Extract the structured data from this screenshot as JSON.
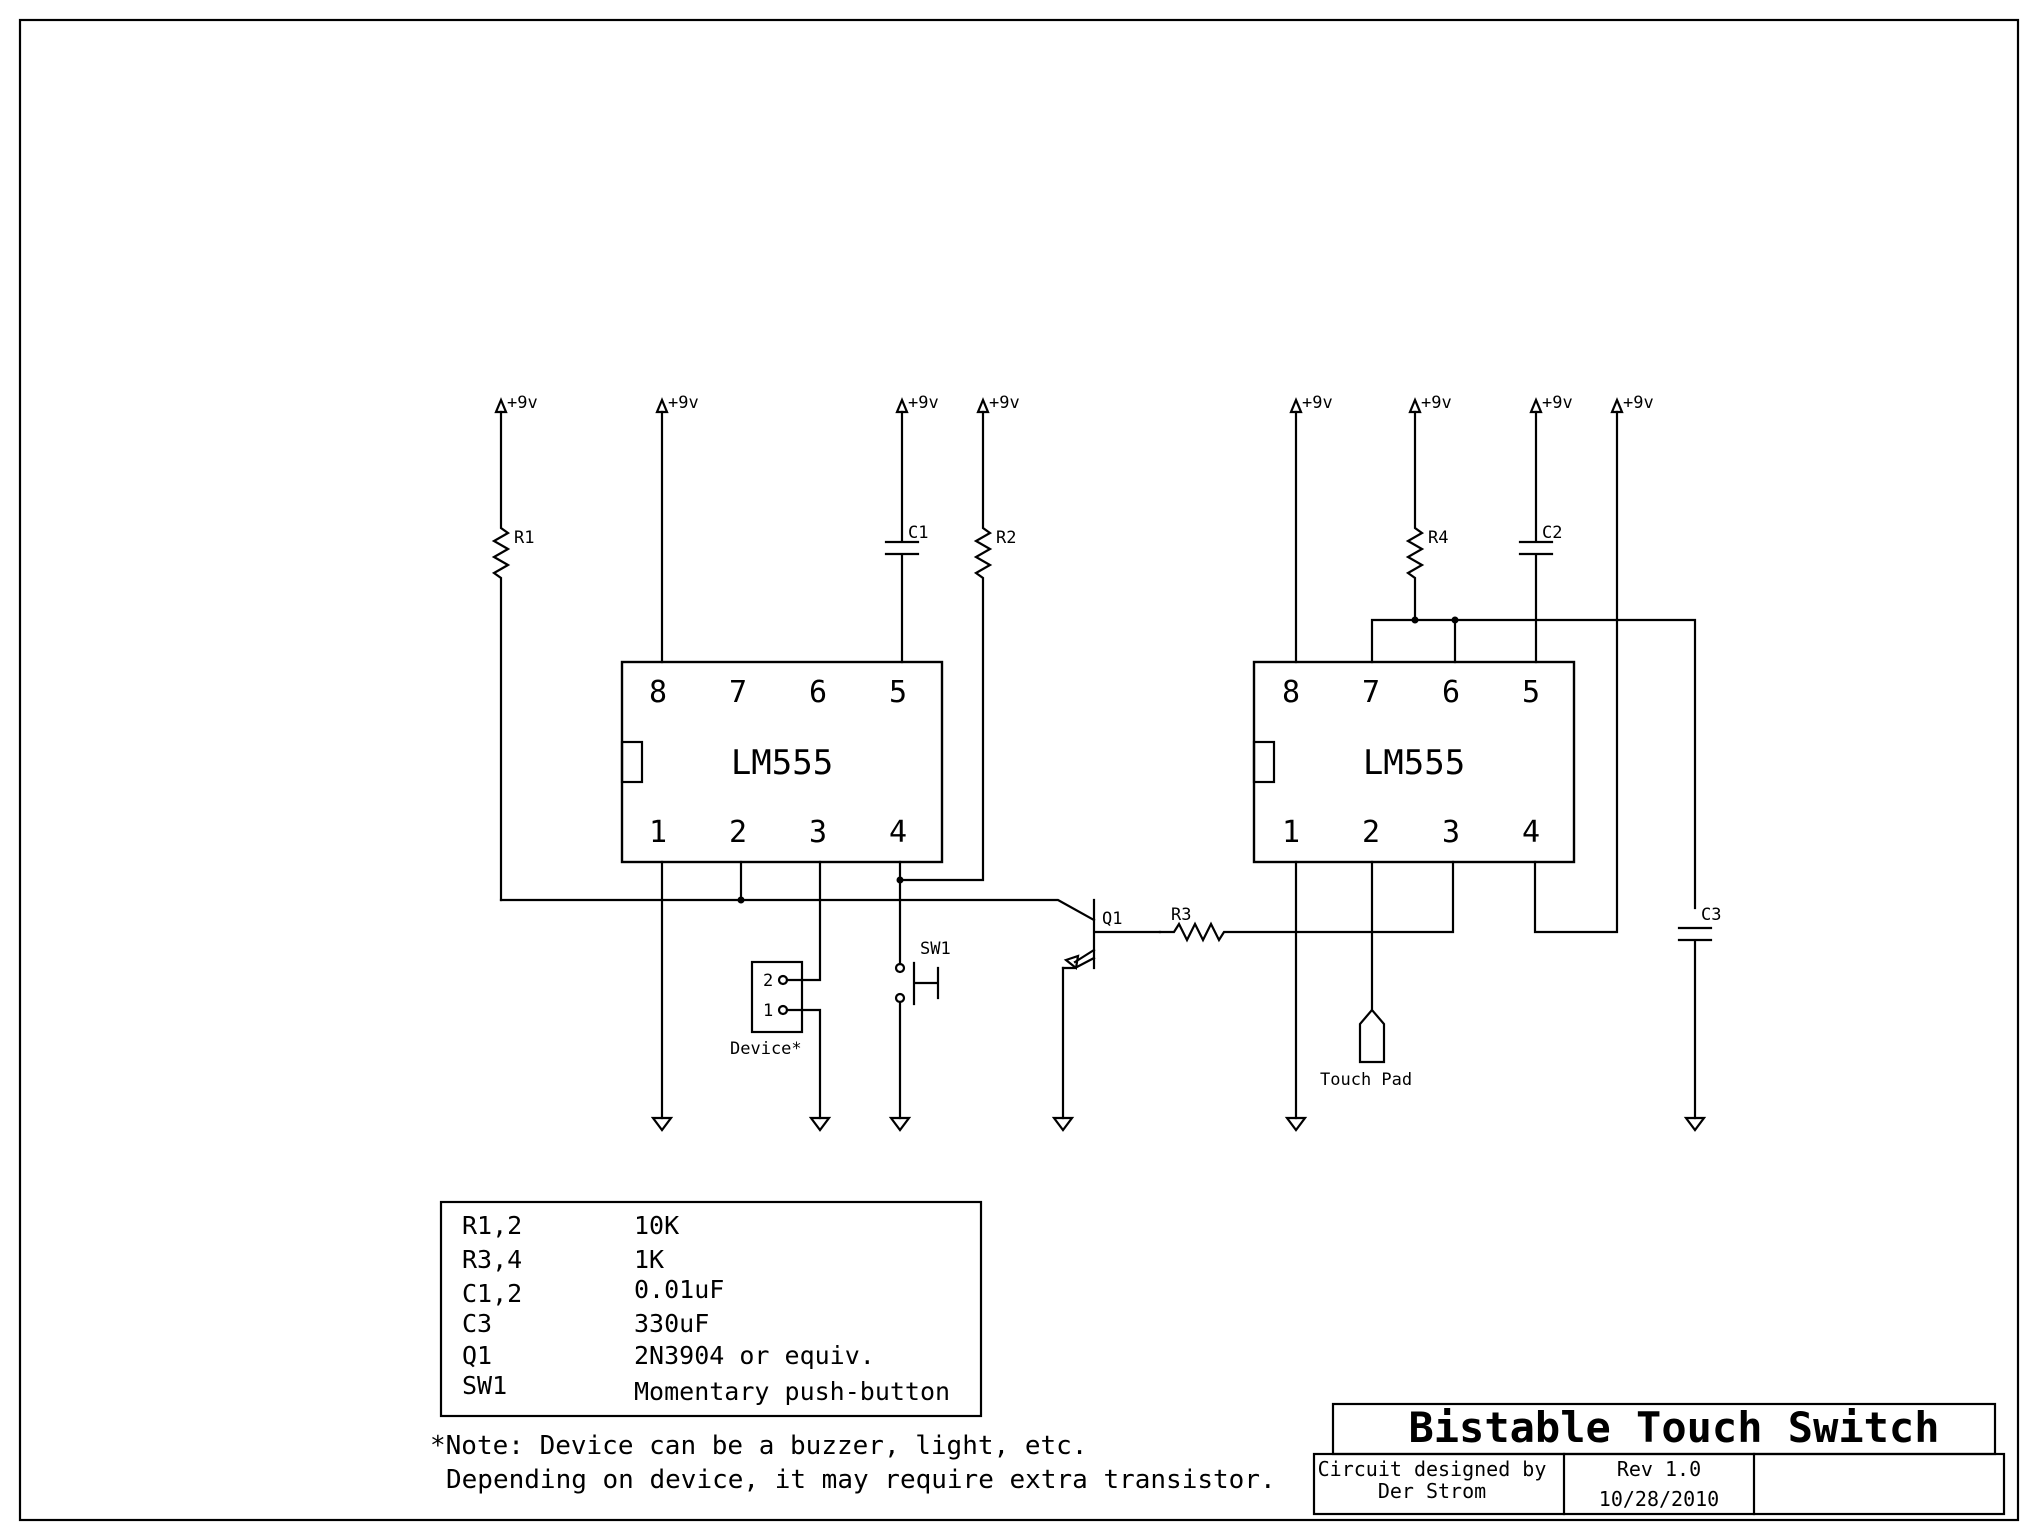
{
  "supply_label": "+9v",
  "chip_left": {
    "name": "LM555",
    "pins_top": [
      "8",
      "7",
      "6",
      "5"
    ],
    "pins_bottom": [
      "1",
      "2",
      "3",
      "4"
    ]
  },
  "chip_right": {
    "name": "LM555",
    "pins_top": [
      "8",
      "7",
      "6",
      "5"
    ],
    "pins_bottom": [
      "1",
      "2",
      "3",
      "4"
    ]
  },
  "components": {
    "r1": "R1",
    "r2": "R2",
    "r3": "R3",
    "r4": "R4",
    "c1": "C1",
    "c2": "C2",
    "c3": "C3",
    "q1": "Q1",
    "sw1": "SW1",
    "device": "Device*",
    "device_pin2": "2",
    "device_pin1": "1",
    "touch_pad": "Touch Pad"
  },
  "bom": [
    {
      "ref": "R1,2",
      "value": "10K"
    },
    {
      "ref": "R3,4",
      "value": "1K"
    },
    {
      "ref": "C1,2",
      "value": "0.01uF"
    },
    {
      "ref": "C3",
      "value": "330uF"
    },
    {
      "ref": "Q1",
      "value": "2N3904 or equiv."
    },
    {
      "ref": "SW1",
      "value": "Momentary push-button"
    }
  ],
  "note_line1": "*Note: Device can be a buzzer, light, etc.",
  "note_line2": "Depending on device, it may require extra transistor.",
  "title_block": {
    "title": "Bistable Touch Switch",
    "designed_line1": "Circuit designed by",
    "designed_line2": "Der Strom",
    "rev": "Rev 1.0",
    "date": "10/28/2010"
  }
}
